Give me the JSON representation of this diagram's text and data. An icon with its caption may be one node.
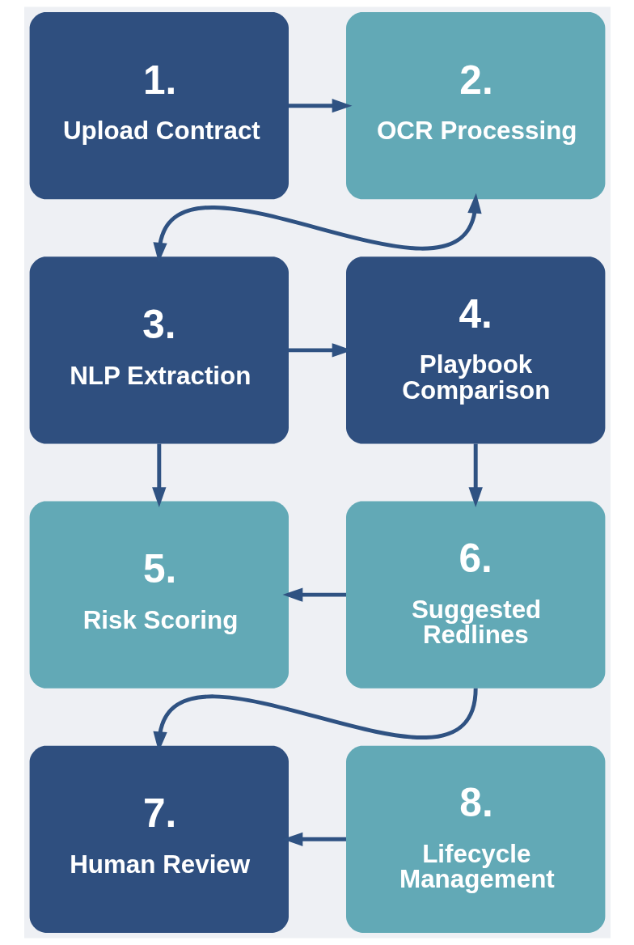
{
  "diagram": {
    "nodes": [
      {
        "text": [
          "1.",
          "Upload Contract"
        ]
      },
      {
        "text": [
          "2.",
          "OCR Processing"
        ]
      },
      {
        "text": [
          "3.",
          "NLP Extraction"
        ]
      },
      {
        "text": [
          "4.",
          "Playbook Comparison"
        ]
      },
      {
        "text": [
          "5.",
          "Risk Scoring"
        ]
      },
      {
        "text": [
          "6.",
          "Suggested Redlines"
        ]
      },
      {
        "text": [
          "7.",
          "Human Review"
        ]
      },
      {
        "text": [
          "8.",
          "Lifecycle Management"
        ]
      }
    ],
    "edges": [
      {
        "from": 0,
        "to": 1,
        "arrow": "to"
      },
      {
        "from": 1,
        "to": 2,
        "arrow": "both"
      },
      {
        "from": 2,
        "to": 3,
        "arrow": "to"
      },
      {
        "from": 2,
        "to": 4,
        "arrow": "to"
      },
      {
        "from": 3,
        "to": 5,
        "arrow": "to"
      },
      {
        "from": 5,
        "to": 4,
        "arrow": "to"
      },
      {
        "from": 5,
        "to": 6,
        "arrow": "to"
      },
      {
        "from": 7,
        "to": 6,
        "arrow": "to"
      }
    ]
  }
}
